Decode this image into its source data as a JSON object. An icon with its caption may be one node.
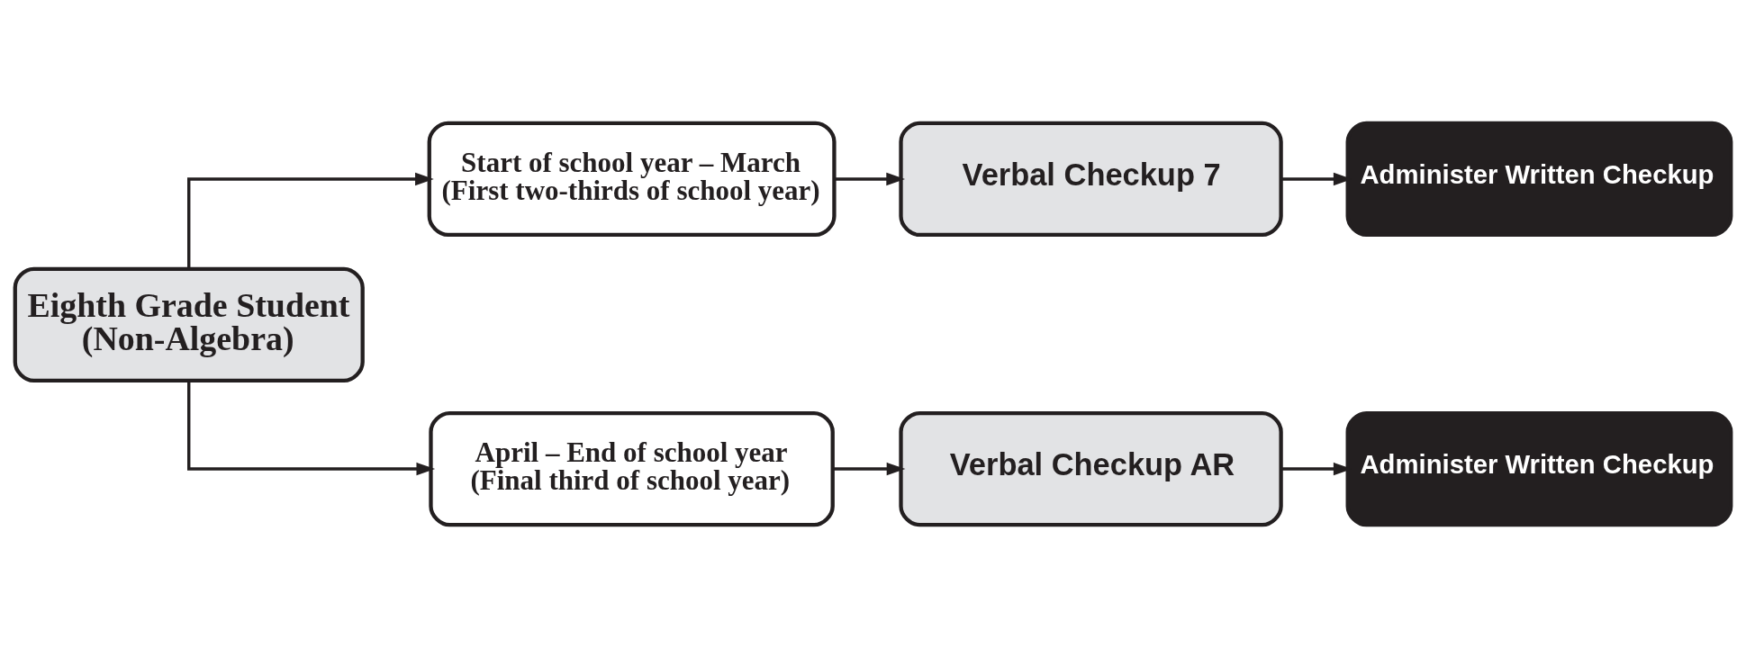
{
  "diagram": {
    "nodes": [
      {
        "text": [
          "Eighth Grade Student",
          "(Non-Algebra)"
        ]
      },
      {
        "text": [
          "Start of school year – March",
          "(First two-thirds of school year)"
        ]
      },
      {
        "text": [
          "Verbal Checkup 7"
        ]
      },
      {
        "text": [
          "Administer Written Checkup"
        ]
      },
      {
        "text": [
          "April – End of school year",
          "(Final third of school year)"
        ]
      },
      {
        "text": [
          "Verbal Checkup AR"
        ]
      },
      {
        "text": [
          "Administer Written Checkup"
        ]
      }
    ],
    "edges": [
      {
        "from": 0,
        "to": 1,
        "arrow": "to"
      },
      {
        "from": 0,
        "to": 4,
        "arrow": "to"
      },
      {
        "from": 1,
        "to": 2,
        "arrow": "to"
      },
      {
        "from": 2,
        "to": 3,
        "arrow": "to"
      },
      {
        "from": 4,
        "to": 5,
        "arrow": "to"
      },
      {
        "from": 5,
        "to": 6,
        "arrow": "to"
      }
    ]
  }
}
